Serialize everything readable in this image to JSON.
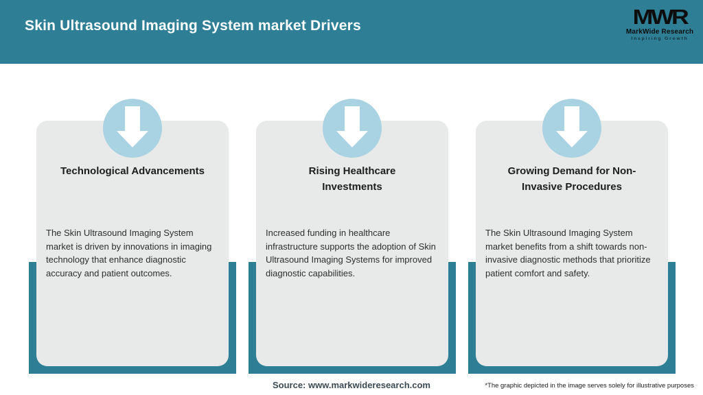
{
  "header": {
    "title": "Skin Ultrasound Imaging System market Drivers",
    "logo": {
      "monogram": "MWR",
      "name": "MarkWide Research",
      "tagline": "Inspiring Growth"
    }
  },
  "cards": [
    {
      "icon": "down-arrow-icon",
      "title": "Technological Advancements",
      "body": "The Skin Ultrasound Imaging System market is driven by innovations in imaging technology that enhance diagnostic accuracy and patient outcomes."
    },
    {
      "icon": "down-arrow-icon",
      "title": "Rising Healthcare\nInvestments",
      "body": "Increased funding in healthcare infrastructure supports the adoption of Skin Ultrasound Imaging Systems for improved diagnostic capabilities."
    },
    {
      "icon": "down-arrow-icon",
      "title": "Growing Demand for Non-\nInvasive Procedures",
      "body": "The Skin Ultrasound Imaging System market benefits from a shift towards non-invasive diagnostic methods that prioritize patient comfort and safety."
    }
  ],
  "footer": {
    "source": "Source: www.markwideresearch.com",
    "disclaimer": "*The graphic depicted in the image serves solely for illustrative purposes"
  },
  "colors": {
    "teal": "#2E7F96",
    "card_bg": "#E8EAEA",
    "circle_blue": "#A9D3E2",
    "title_text": "#1D1D1D",
    "body_text": "#2D2D2D",
    "source_text": "#3C4A54"
  }
}
